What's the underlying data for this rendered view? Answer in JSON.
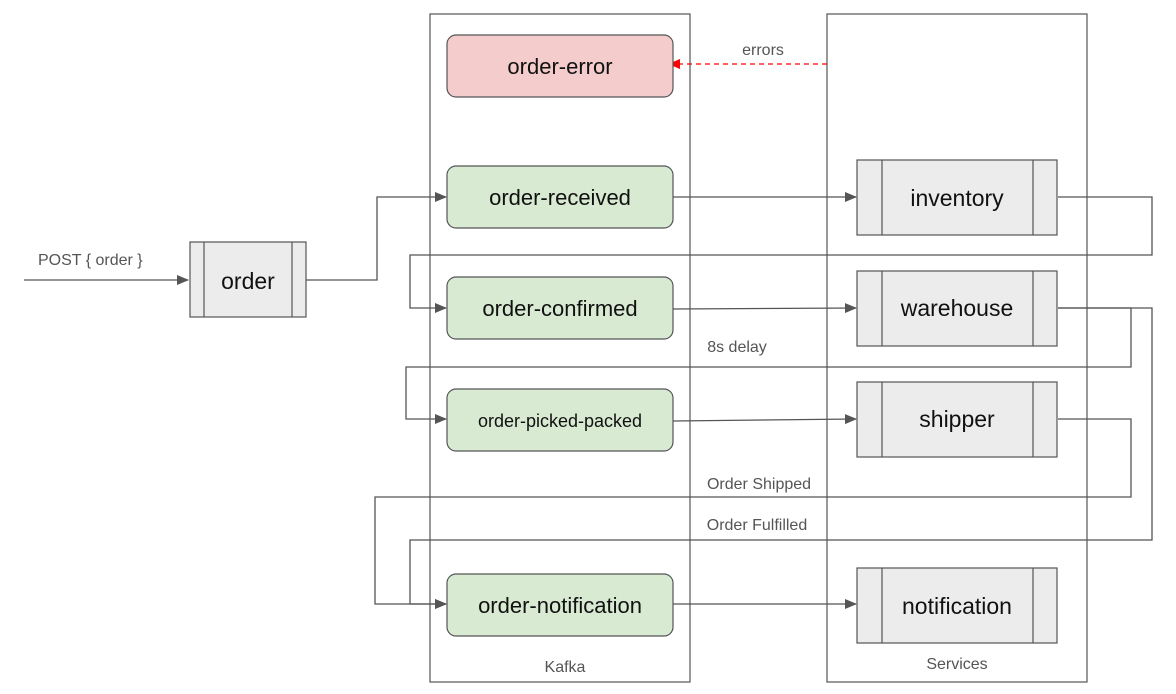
{
  "containers": {
    "kafka": "Kafka",
    "services": "Services"
  },
  "topics": {
    "order_error": "order-error",
    "order_received": "order-received",
    "order_confirmed": "order-confirmed",
    "order_picked_packed": "order-picked-packed",
    "order_notification": "order-notification"
  },
  "services": {
    "order": "order",
    "inventory": "inventory",
    "warehouse": "warehouse",
    "shipper": "shipper",
    "notification": "notification"
  },
  "edge_labels": {
    "post_order": "POST { order }",
    "errors": "errors",
    "delay": "8s delay",
    "order_shipped": "Order Shipped",
    "order_fulfilled": "Order Fulfilled"
  },
  "colors": {
    "error_fill": "#f4cccc",
    "topic_fill": "#d9ead3",
    "service_fill": "#ececec",
    "error_arrow": "#ff0000",
    "line": "#555555"
  }
}
